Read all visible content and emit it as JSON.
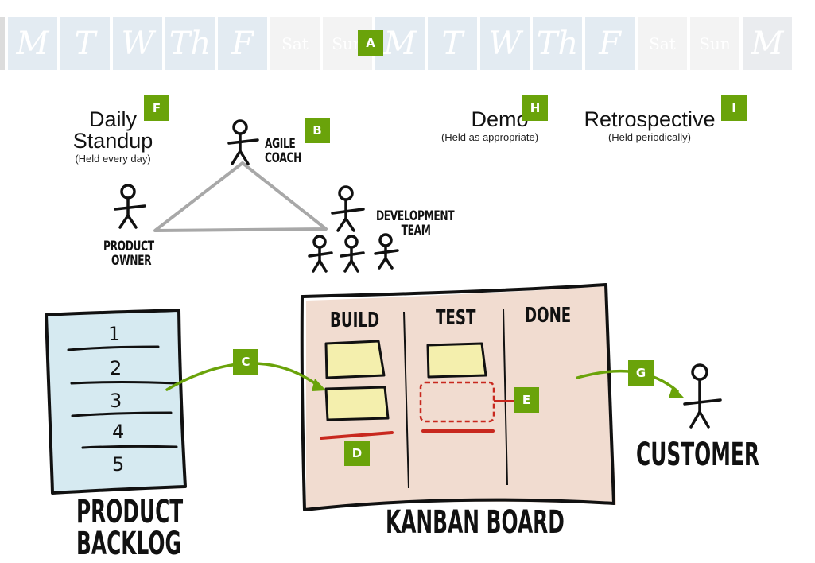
{
  "calendar": {
    "days": [
      "M",
      "T",
      "W",
      "Th",
      "F",
      "Sat",
      "Sun",
      "M",
      "T",
      "W",
      "Th",
      "F",
      "Sat",
      "Sun",
      "M"
    ],
    "badge": "A"
  },
  "ceremonies": {
    "daily_standup": {
      "title_line1": "Daily",
      "title_line2": "Standup",
      "subtitle": "(Held every day)",
      "badge": "F"
    },
    "demo": {
      "title": "Demo",
      "subtitle": "(Held as appropriate)",
      "badge": "H"
    },
    "retrospective": {
      "title": "Retrospective",
      "subtitle": "(Held periodically)",
      "badge": "I"
    }
  },
  "roles": {
    "agile_coach": {
      "line1": "AGILE",
      "line2": "COACH",
      "badge": "B"
    },
    "product_owner": {
      "line1": "PRODUCT",
      "line2": "OWNER"
    },
    "development_team": {
      "line1": "DEVELOPMENT",
      "line2": "TEAM"
    },
    "customer": {
      "label": "CUSTOMER"
    }
  },
  "backlog": {
    "items": [
      "1",
      "2",
      "3",
      "4",
      "5"
    ],
    "label_line1": "PRODUCT",
    "label_line2": "BACKLOG"
  },
  "kanban": {
    "columns": [
      "BUILD",
      "TEST",
      "DONE"
    ],
    "label": "KANBAN BOARD"
  },
  "badges": {
    "pull_arrow": "C",
    "wip_limit": "D",
    "empty_slot": "E",
    "delivery_arrow": "G"
  },
  "colors": {
    "badge_green": "#6aa30a",
    "arrow_green": "#6aa30a",
    "wip_red": "#c8281e",
    "sticky_yellow": "#f4efad",
    "board_wash": "#e9c9b8",
    "backlog_wash": "#cfe5ee"
  }
}
